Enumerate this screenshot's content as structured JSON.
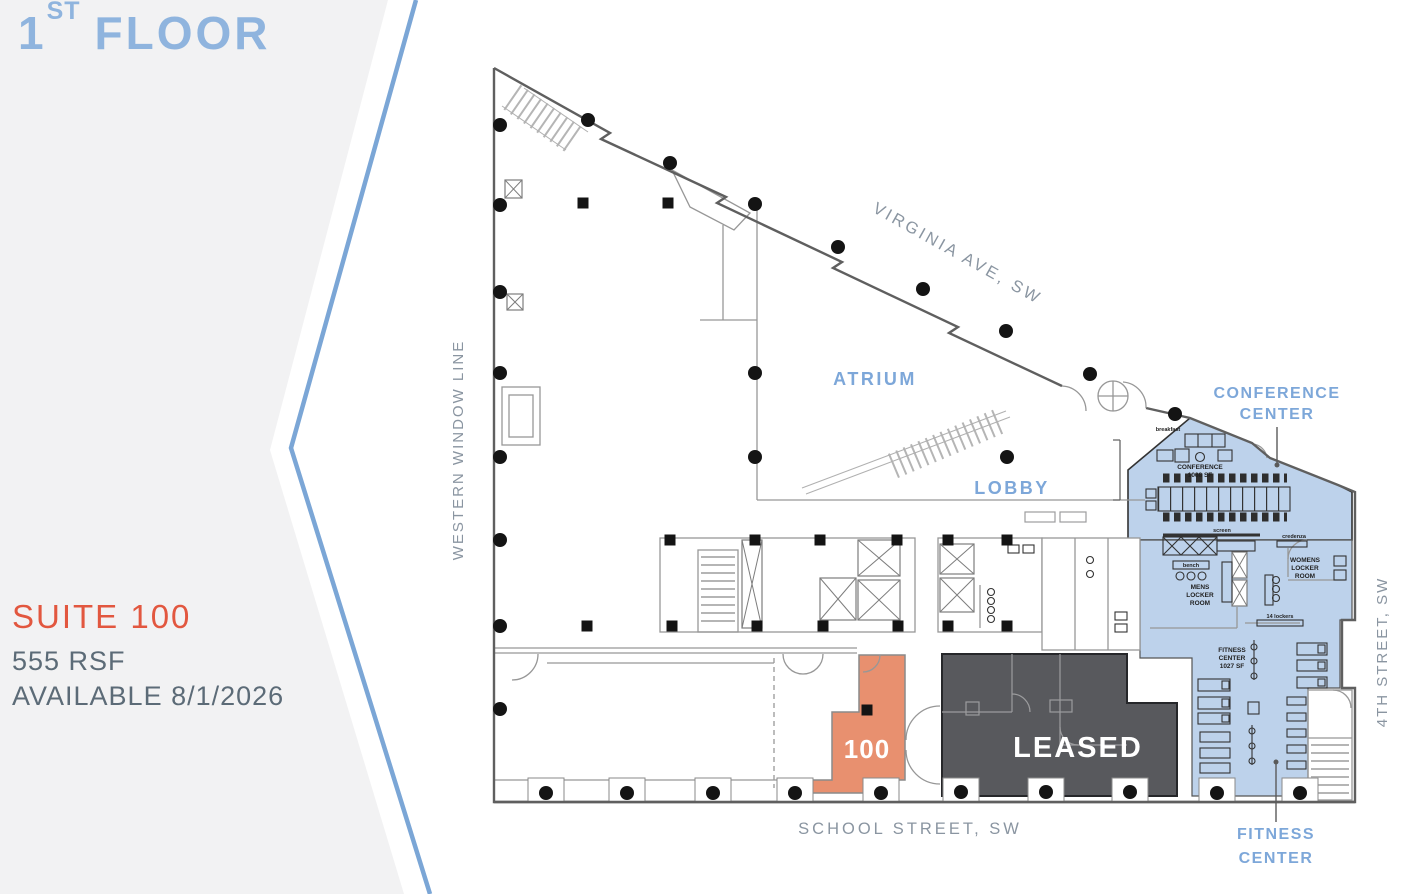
{
  "panel": {
    "floor_number": "1",
    "floor_ordinal": "ST",
    "floor_word": "FLOOR",
    "suite_title": "SUITE 100",
    "suite_size": "555 RSF",
    "availability": "AVAILABLE 8/1/2026"
  },
  "streets": {
    "top": "VIRGINIA AVE, SW",
    "west": "WESTERN WINDOW LINE",
    "east": "4TH STREET, SW",
    "south": "SCHOOL STREET, SW"
  },
  "areas": {
    "atrium": "ATRIUM",
    "lobby": "LOBBY",
    "conference_l1": "CONFERENCE",
    "conference_l2": "CENTER",
    "fitness_l1": "FITNESS",
    "fitness_l2": "CENTER",
    "suite_number": "100",
    "leased": "LEASED"
  },
  "annotations": {
    "breakfast": "breakfast",
    "conference_name": "CONFERENCE",
    "conference_sf": "1068 SF",
    "screen": "screen",
    "credenza": "credenza",
    "bench": "bench",
    "mens_l1": "MENS",
    "mens_l2": "LOCKER",
    "mens_l3": "ROOM",
    "womens_l1": "WOMENS",
    "womens_l2": "LOCKER",
    "womens_l3": "ROOM",
    "lockers14": "14 lockers",
    "fitness_name_l1": "FITNESS",
    "fitness_name_l2": "CENTER",
    "fitness_sf": "1027 SF"
  },
  "colors": {
    "title_blue": "#8fb4de",
    "label_blue": "#7da7d9",
    "street_gray": "#8a95a1",
    "suite_red": "#e2573f",
    "body_gray": "#5c6b77",
    "available_fill": "#e8906f",
    "leased_fill": "#58595d",
    "amenity_fill": "#bdd2eb",
    "panel_gray": "#f2f2f3",
    "chevron_blue": "#7ba6d6"
  }
}
